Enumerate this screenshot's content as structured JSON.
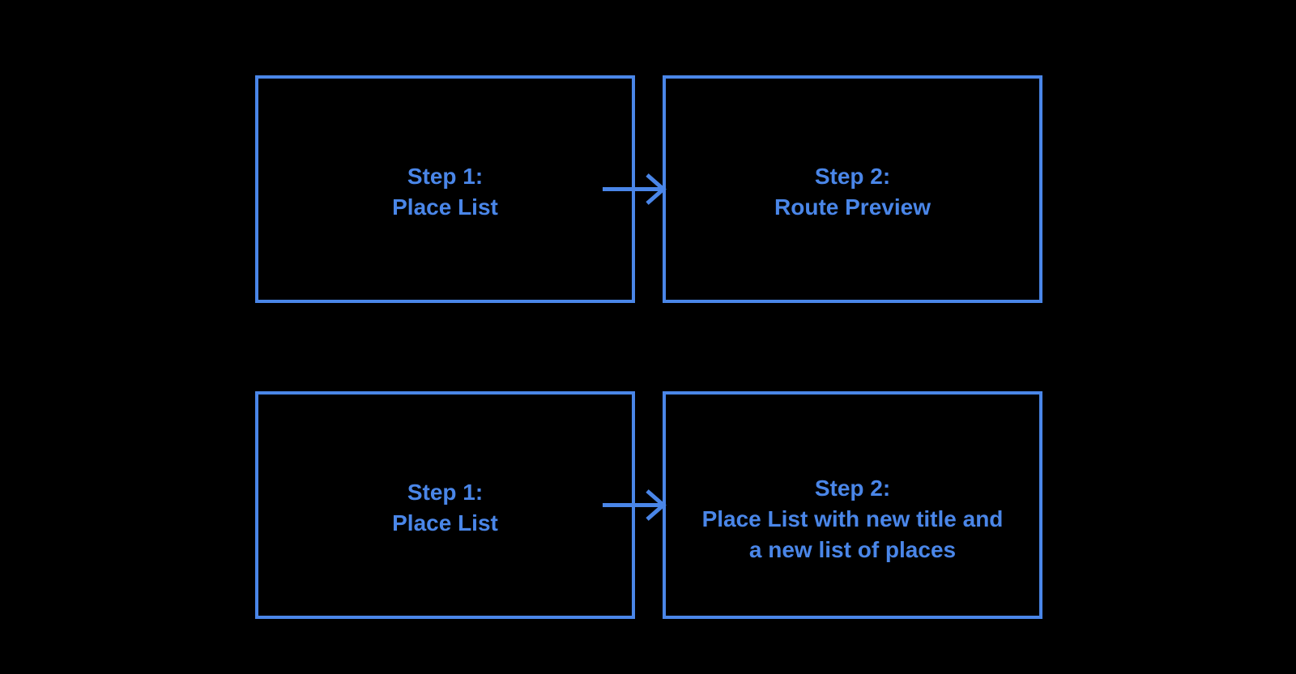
{
  "colors": {
    "background": "#000000",
    "accent": "#4a86e8"
  },
  "flows": [
    {
      "step1": {
        "line1": "Step 1:",
        "line2": "Place List"
      },
      "step2": {
        "line1": "Step 2:",
        "line2": "Route Preview"
      }
    },
    {
      "step1": {
        "line1": "Step 1:",
        "line2": "Place List"
      },
      "step2": {
        "line1": "Step 2:",
        "line2": "Place List with new title and",
        "line3": "a new list of places"
      }
    }
  ]
}
